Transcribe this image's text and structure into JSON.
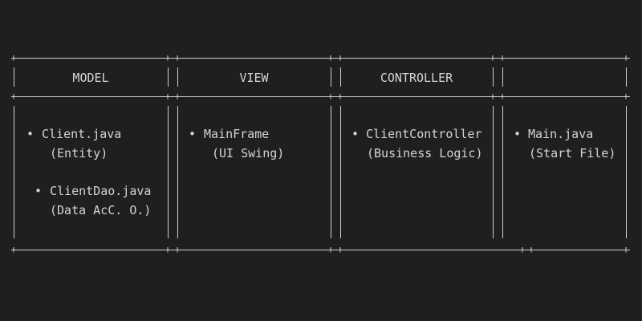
{
  "columns": [
    {
      "header": "MODEL",
      "items": [
        {
          "bullet": "•",
          "name": "Client.java",
          "note": "(Entity)"
        },
        {
          "bullet": "•",
          "name": "ClientDao.java",
          "note": "(Data AcC. O.)"
        }
      ]
    },
    {
      "header": "VIEW",
      "items": [
        {
          "bullet": "•",
          "name": "MainFrame",
          "note": "(UI Swing)"
        }
      ]
    },
    {
      "header": "CONTROLLER",
      "items": [
        {
          "bullet": "•",
          "name": "ClientController",
          "note": "(Business Logic)"
        }
      ]
    },
    {
      "header": "",
      "items": [
        {
          "bullet": "•",
          "name": "Main.java",
          "note": "(Start File)"
        }
      ]
    }
  ]
}
